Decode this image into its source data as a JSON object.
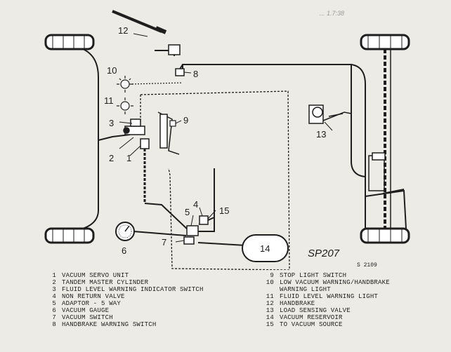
{
  "diagram": {
    "callouts": [
      "1",
      "2",
      "3",
      "4",
      "5",
      "6",
      "7",
      "8",
      "9",
      "10",
      "11",
      "12",
      "13",
      "14",
      "15"
    ],
    "reservoir_label": "14",
    "gauge_label": "6",
    "handwritten": "SP207",
    "ref": "S 2109",
    "corner_marks": "... 1.7:38"
  },
  "legend": {
    "left": [
      {
        "n": "1",
        "text": "VACUUM SERVO UNIT"
      },
      {
        "n": "2",
        "text": "TANDEM MASTER CYLINDER"
      },
      {
        "n": "3",
        "text": "FLUID LEVEL WARNING INDICATOR SWITCH"
      },
      {
        "n": "4",
        "text": "NON RETURN VALVE"
      },
      {
        "n": "5",
        "text": "ADAPTOR - 5 WAY"
      },
      {
        "n": "6",
        "text": "VACUUM GAUGE"
      },
      {
        "n": "7",
        "text": "VACUUM SWITCH"
      },
      {
        "n": "8",
        "text": "HANDBRAKE WARNING SWITCH"
      }
    ],
    "right": [
      {
        "n": "9",
        "text": "STOP LIGHT SWITCH",
        "cont": ""
      },
      {
        "n": "10",
        "text": "LOW VACUUM WARNING/HANDBRAKE",
        "cont": "WARNING LIGHT"
      },
      {
        "n": "11",
        "text": "FLUID LEVEL WARNING LIGHT",
        "cont": ""
      },
      {
        "n": "12",
        "text": "HANDBRAKE",
        "cont": ""
      },
      {
        "n": "13",
        "text": "LOAD SENSING VALVE",
        "cont": ""
      },
      {
        "n": "14",
        "text": "VACUUM RESERVOIR",
        "cont": ""
      },
      {
        "n": "15",
        "text": "TO VACUUM SOURCE",
        "cont": ""
      }
    ]
  }
}
